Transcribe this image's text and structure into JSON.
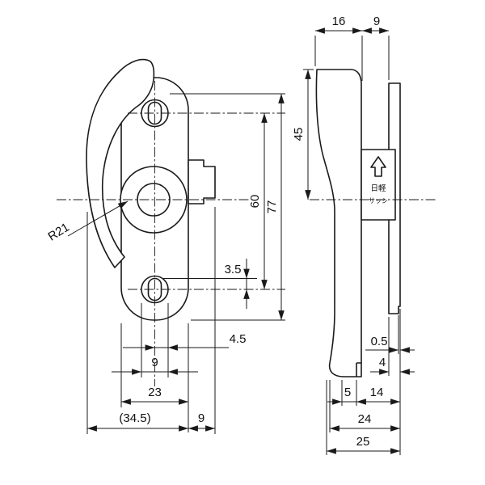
{
  "front_view": {
    "radius_label": "R21",
    "dim_hole_spacing": "60",
    "dim_overall_height": "77",
    "dim_slot_offset": "3.5",
    "dim_hole_radius": "4.5",
    "dim_hole_diameter": "9",
    "dim_body_width": "23",
    "dim_overall_width": "(34.5)",
    "dim_tab_width": "9"
  },
  "side_view": {
    "dim_top_width": "16",
    "dim_top_gap": "9",
    "dim_upper_height": "45",
    "dim_plate_lip": "0.5",
    "dim_plate_thickness": "4",
    "dim_foot_width": "5",
    "dim_depth_inner": "14",
    "dim_depth_mid": "24",
    "dim_overall_depth": "25",
    "label_line1": "日軽",
    "label_line2": "サッシ"
  }
}
